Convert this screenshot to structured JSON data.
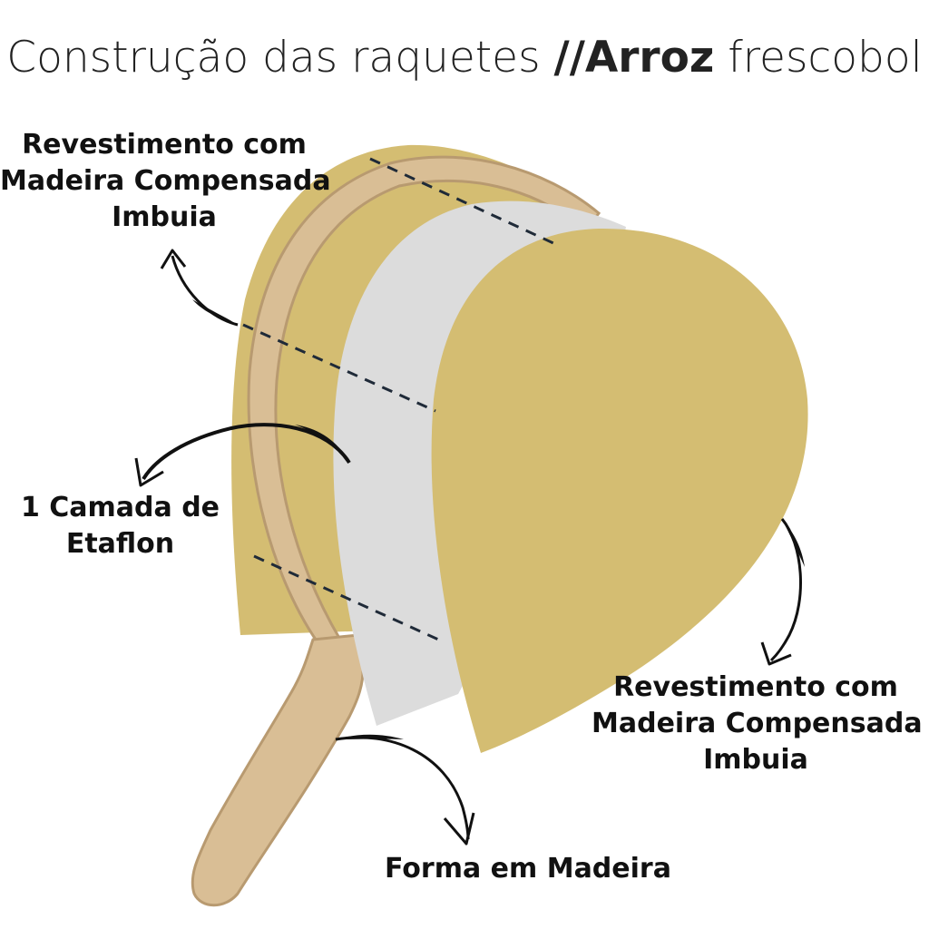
{
  "title": {
    "prefix": "Construção das raquetes ",
    "brand": "//Arroz",
    "suffix": " frescobol"
  },
  "labels": {
    "top_left": [
      "Revestimento com",
      "Madeira Compensada",
      "Imbuia"
    ],
    "middle_left": [
      "1 Camada de",
      "Etaflon"
    ],
    "bottom_right": [
      "Revestimento com",
      "Madeira Compensada",
      "Imbuia"
    ],
    "bottom": [
      "Forma em Madeira"
    ]
  },
  "colors": {
    "veneer": "#D4BD72",
    "etaflon": "#DCDCDC",
    "wood_frame": "#D9BE95",
    "wood_edge": "#B89A70",
    "dash": "#1F2A38",
    "text": "#111111"
  }
}
